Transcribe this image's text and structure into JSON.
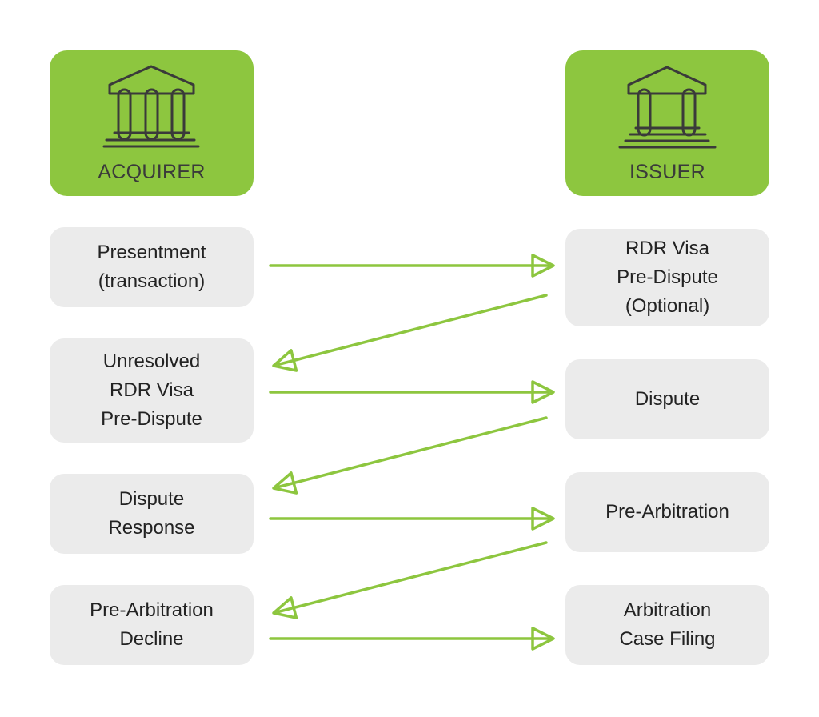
{
  "colors": {
    "accent": "#8DC63F",
    "box_fill": "#EBEBEB",
    "icon_stroke": "#3a3a3a",
    "text": "#222222"
  },
  "headers": {
    "acquirer": {
      "label": "ACQUIRER",
      "icon": "bank-building-icon"
    },
    "issuer": {
      "label": "ISSUER",
      "icon": "bank-building-icon"
    }
  },
  "acquirer_steps": [
    {
      "lines": [
        "Presentment",
        "(transaction)"
      ]
    },
    {
      "lines": [
        "Unresolved",
        "RDR Visa",
        "Pre-Dispute"
      ]
    },
    {
      "lines": [
        "Dispute",
        "Response"
      ]
    },
    {
      "lines": [
        "Pre-Arbitration",
        "Decline"
      ]
    }
  ],
  "issuer_steps": [
    {
      "lines": [
        "RDR Visa",
        "Pre-Dispute",
        "(Optional)"
      ]
    },
    {
      "lines": [
        "Dispute"
      ]
    },
    {
      "lines": [
        "Pre-Arbitration"
      ]
    },
    {
      "lines": [
        "Arbitration",
        "Case Filing"
      ]
    }
  ],
  "flows": [
    {
      "from": "acquirer_steps.0",
      "to": "issuer_steps.0",
      "direction": "right"
    },
    {
      "from": "issuer_steps.0",
      "to": "acquirer_steps.1",
      "direction": "left"
    },
    {
      "from": "acquirer_steps.1",
      "to": "issuer_steps.1",
      "direction": "right"
    },
    {
      "from": "issuer_steps.1",
      "to": "acquirer_steps.2",
      "direction": "left"
    },
    {
      "from": "acquirer_steps.2",
      "to": "issuer_steps.2",
      "direction": "right"
    },
    {
      "from": "issuer_steps.2",
      "to": "acquirer_steps.3",
      "direction": "left"
    },
    {
      "from": "acquirer_steps.3",
      "to": "issuer_steps.3",
      "direction": "right"
    }
  ]
}
